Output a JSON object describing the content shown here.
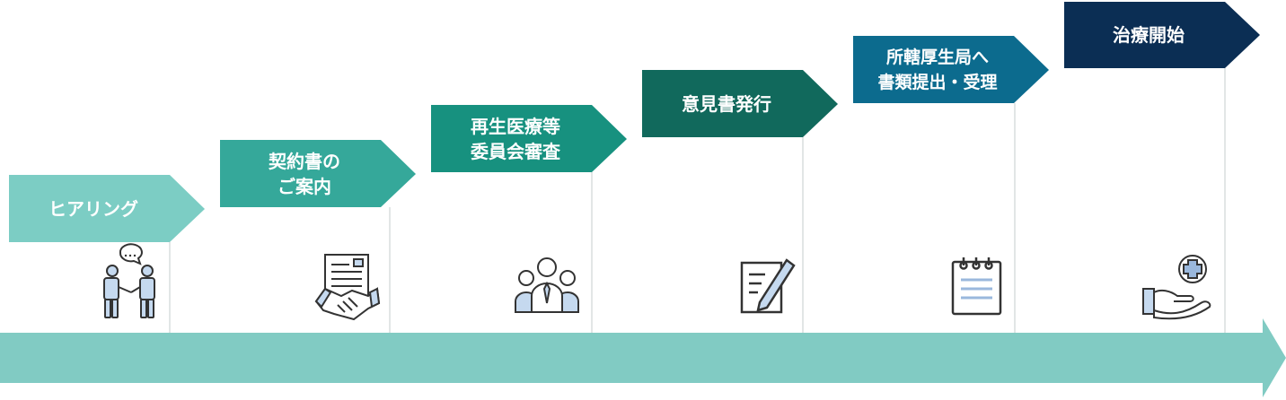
{
  "steps": [
    {
      "lines": [
        "ヒアリング"
      ],
      "color": "#7ccdc4",
      "icon": "consultation-people-icon"
    },
    {
      "lines": [
        "契約書の",
        "ご案内"
      ],
      "color": "#35a89a",
      "icon": "contract-handshake-icon"
    },
    {
      "lines": [
        "再生医療等",
        "委員会審査"
      ],
      "color": "#17917f",
      "icon": "committee-group-icon"
    },
    {
      "lines": [
        "意見書発行"
      ],
      "color": "#11695c",
      "icon": "writing-document-icon"
    },
    {
      "lines": [
        "所轄厚生局へ",
        "書類提出・受理"
      ],
      "color": "#0c6b8e",
      "icon": "notepad-icon"
    },
    {
      "lines": [
        "治療開始"
      ],
      "color": "#0b2e54",
      "icon": "medical-care-hand-icon"
    }
  ],
  "timeline": {
    "color": "#81cbc3"
  }
}
